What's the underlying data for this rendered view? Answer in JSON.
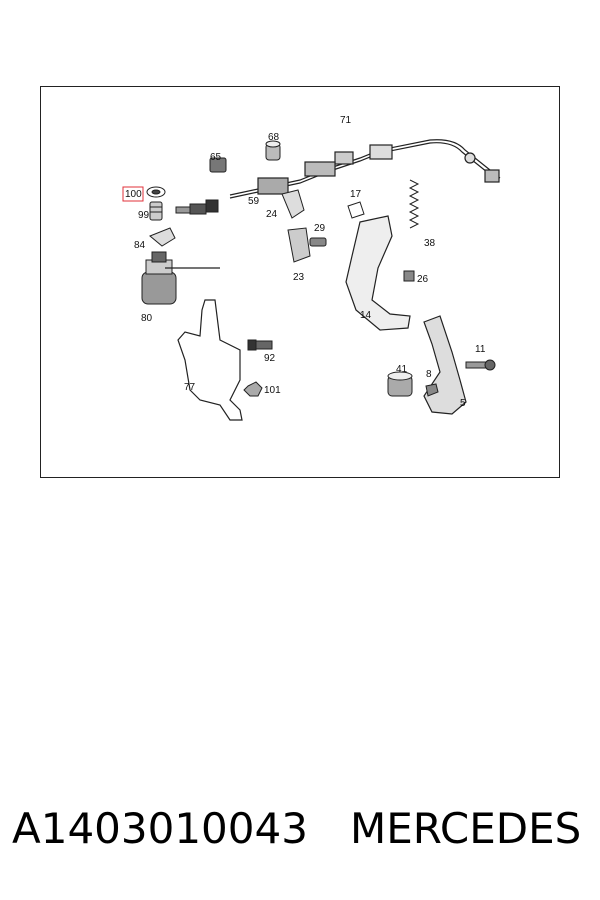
{
  "diagram": {
    "callouts": [
      {
        "id": "c100",
        "text": "100",
        "highlight": true
      },
      {
        "id": "c99",
        "text": "99"
      },
      {
        "id": "c84",
        "text": "84"
      },
      {
        "id": "c80",
        "text": "80"
      },
      {
        "id": "c65",
        "text": "65"
      },
      {
        "id": "c68",
        "text": "68"
      },
      {
        "id": "c71",
        "text": "71"
      },
      {
        "id": "c59",
        "text": "59"
      },
      {
        "id": "c24",
        "text": "24"
      },
      {
        "id": "c17",
        "text": "17"
      },
      {
        "id": "c29",
        "text": "29"
      },
      {
        "id": "c23",
        "text": "23"
      },
      {
        "id": "c38",
        "text": "38"
      },
      {
        "id": "c26",
        "text": "26"
      },
      {
        "id": "c14",
        "text": "14"
      },
      {
        "id": "c92",
        "text": "92"
      },
      {
        "id": "c77",
        "text": "77"
      },
      {
        "id": "c101",
        "text": "101"
      },
      {
        "id": "c41",
        "text": "41"
      },
      {
        "id": "c8",
        "text": "8"
      },
      {
        "id": "c11",
        "text": "11"
      },
      {
        "id": "c5",
        "text": "5"
      }
    ],
    "highlight_color": "#e0303a"
  },
  "caption": {
    "part_number": "A1403010043",
    "brand": "MERCEDES"
  }
}
